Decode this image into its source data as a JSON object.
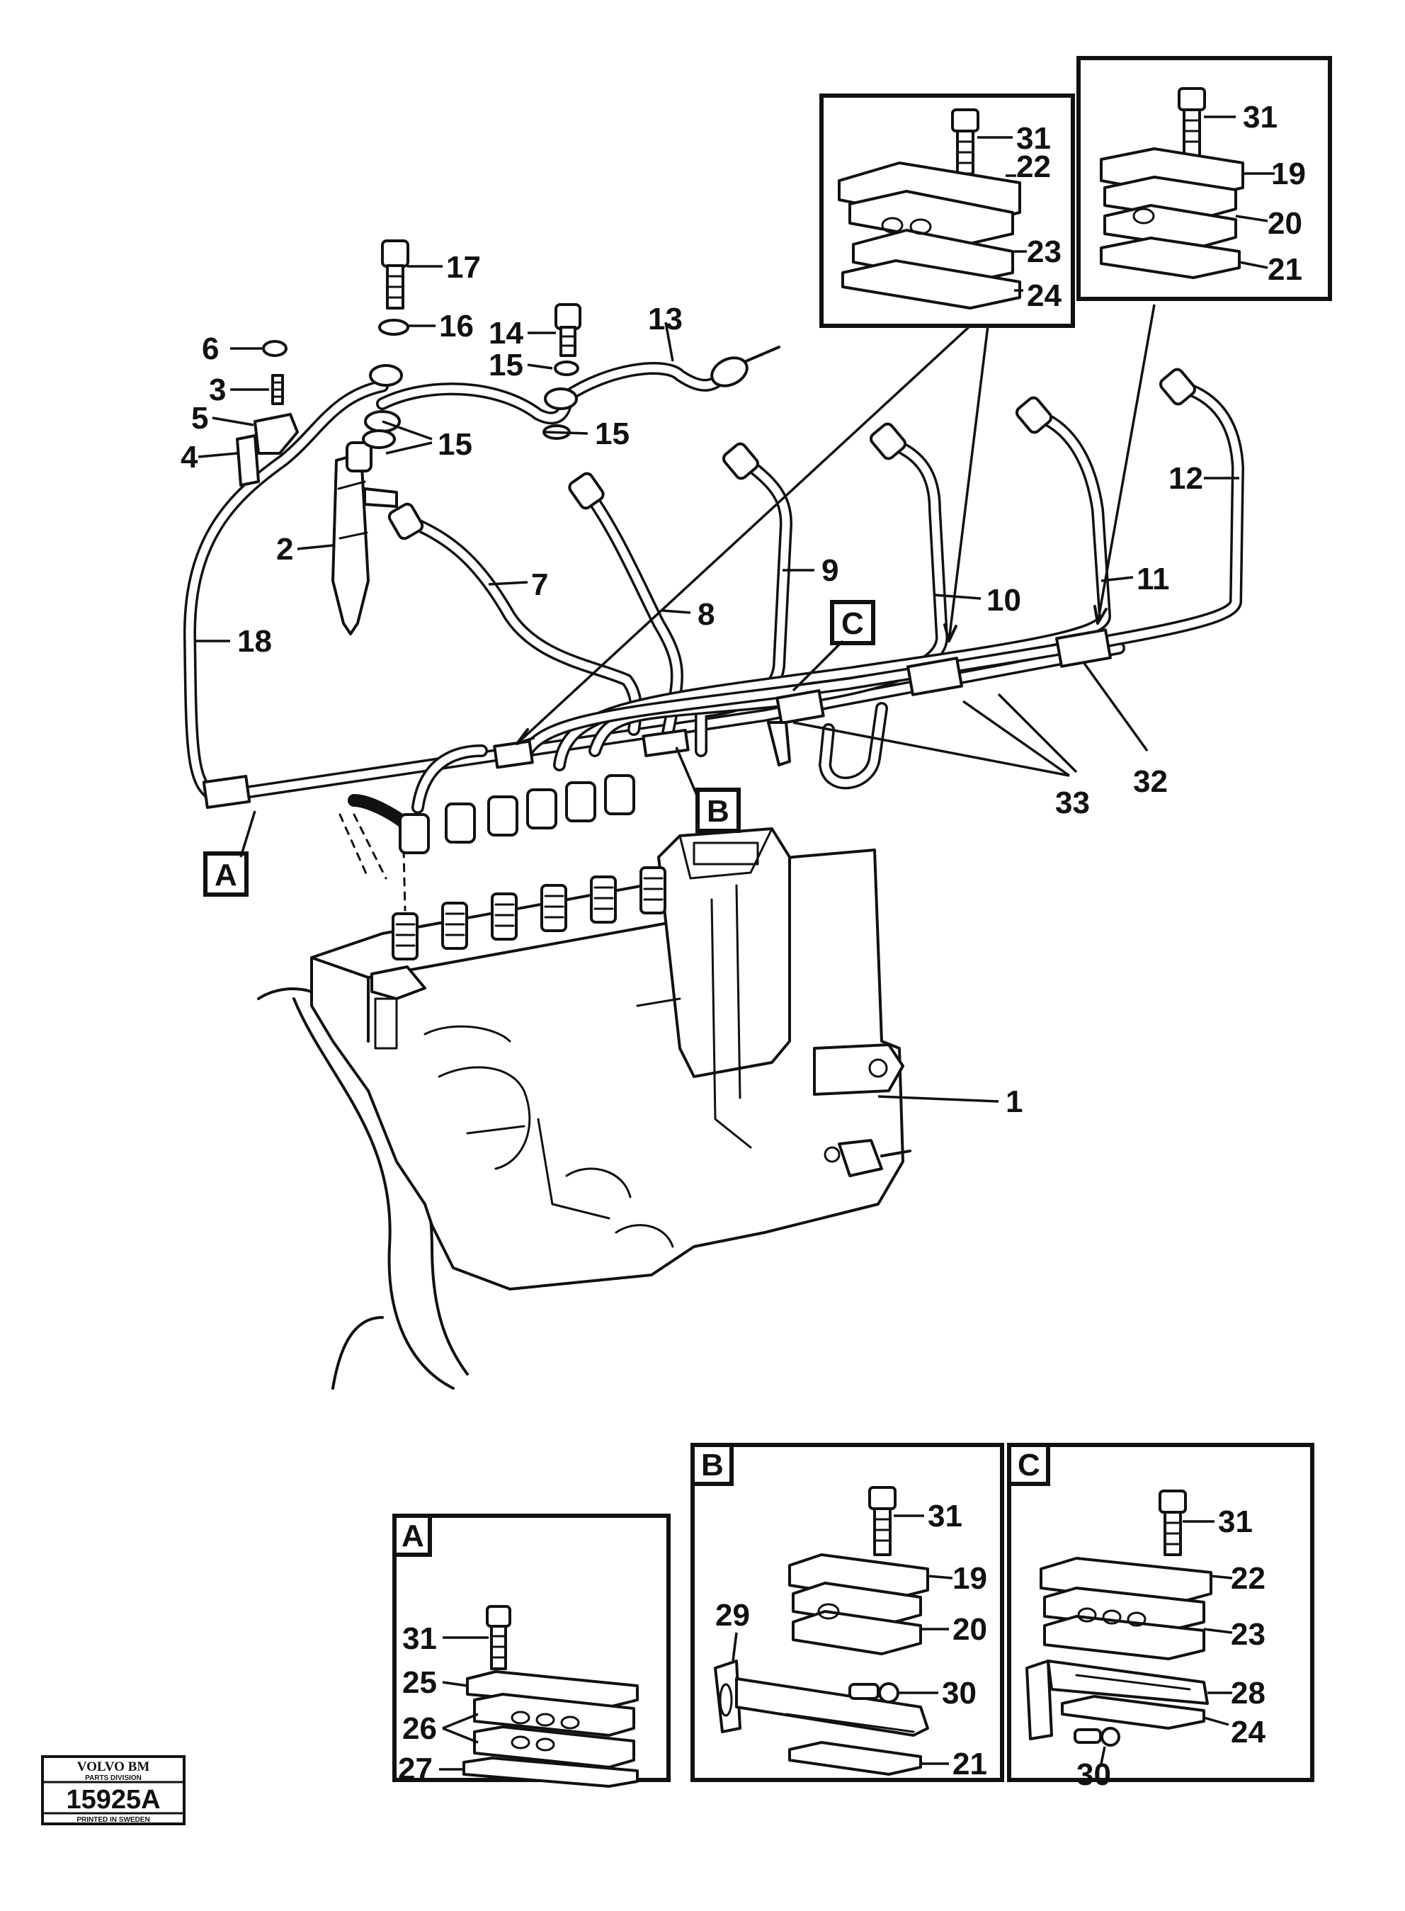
{
  "callouts": {
    "p1": "1",
    "p2": "2",
    "p3": "3",
    "p4": "4",
    "p5": "5",
    "p6": "6",
    "p7": "7",
    "p8": "8",
    "p9": "9",
    "p10": "10",
    "p11": "11",
    "p12": "12",
    "p13": "13",
    "p14": "14",
    "p15a": "15",
    "p15b": "15",
    "p15c": "15",
    "p16": "16",
    "p17": "17",
    "p18": "18",
    "p32": "32",
    "p33": "33"
  },
  "markers": {
    "a": "A",
    "b": "B",
    "c": "C"
  },
  "inset_top_left": {
    "c31": "31",
    "c22": "22",
    "c23": "23",
    "c24": "24"
  },
  "inset_top_right": {
    "c31": "31",
    "c19": "19",
    "c20": "20",
    "c21": "21"
  },
  "detail_a": {
    "title": "A",
    "c31": "31",
    "c25": "25",
    "c26": "26",
    "c27": "27"
  },
  "detail_b": {
    "title": "B",
    "c31": "31",
    "c19": "19",
    "c20": "20",
    "c29": "29",
    "c30": "30",
    "c21": "21"
  },
  "detail_c": {
    "title": "C",
    "c31": "31",
    "c22": "22",
    "c23": "23",
    "c28": "28",
    "c24": "24",
    "c30": "30"
  },
  "stamp": {
    "brand": "VOLVO BM",
    "division": "PARTS DIVISION",
    "number": "15925A",
    "footer": "PRINTED IN SWEDEN"
  }
}
